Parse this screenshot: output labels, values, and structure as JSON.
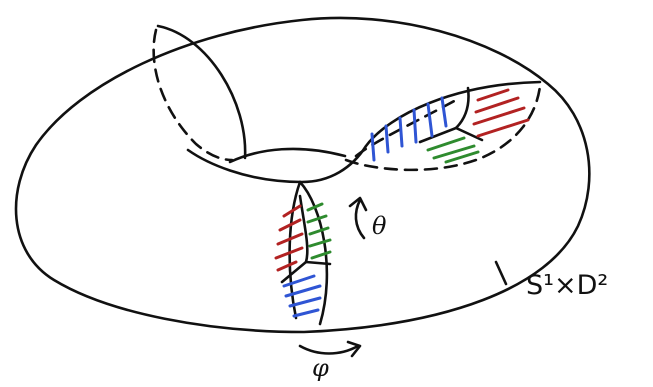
{
  "labels": {
    "theta": "θ",
    "phi": "φ",
    "space": "S¹×D²"
  },
  "colors": {
    "ink": "#111111",
    "hatch_red": "#b22222",
    "hatch_blue": "#2f55d4",
    "hatch_green": "#2e8b2e"
  }
}
